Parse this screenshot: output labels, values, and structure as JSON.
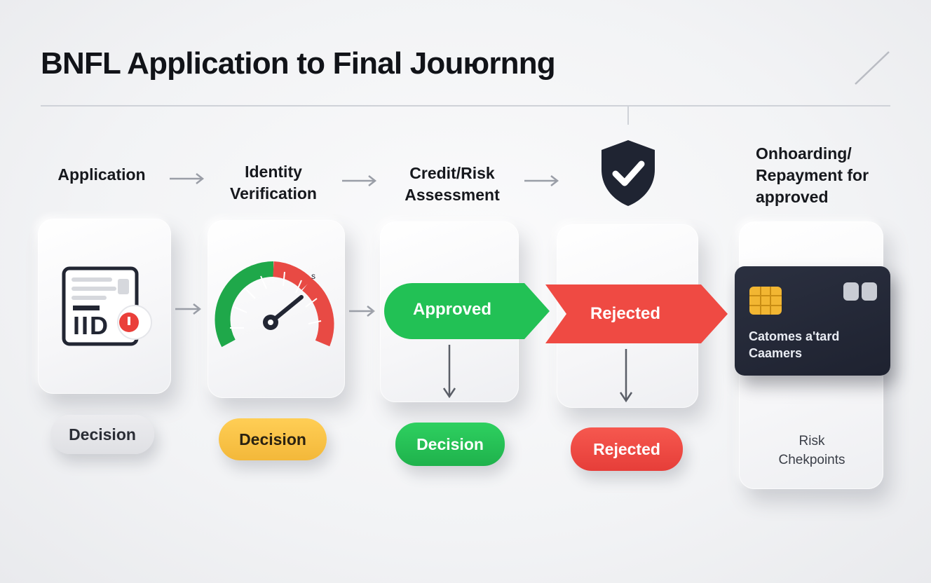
{
  "title": "BNFL Application to Final Jouюrnng",
  "steps": [
    {
      "label_line1": "Application",
      "label_line2": ""
    },
    {
      "label_line1": "Identity",
      "label_line2": "Verification"
    },
    {
      "label_line1": "Credit/Risk",
      "label_line2": "Assessment"
    },
    {
      "label_line1": "",
      "label_line2": ""
    },
    {
      "label_line1": "Onhoarding/",
      "label_line2": "Repayment for",
      "label_line3": "approved"
    }
  ],
  "id_card": {
    "text": "IID"
  },
  "flags": {
    "approved": "Approved",
    "rejected": "Rejected"
  },
  "pills": [
    "Decision",
    "Decision",
    "Decision",
    "Rejected"
  ],
  "credit_card": {
    "line1": "Catomes a'tard",
    "line2": "Caamers"
  },
  "risk": {
    "line1": "Risk",
    "line2": "Chekpoints"
  },
  "colors": {
    "green": "#22c155",
    "red": "#ef4a43",
    "yellow": "#f7c245",
    "navy": "#252a38",
    "grey_pill": "#e4e5e9"
  },
  "icons": [
    "id-card-icon",
    "gauge-icon",
    "shield-check-icon",
    "chip-icon",
    "arrow-right-icon",
    "arrow-down-icon"
  ]
}
